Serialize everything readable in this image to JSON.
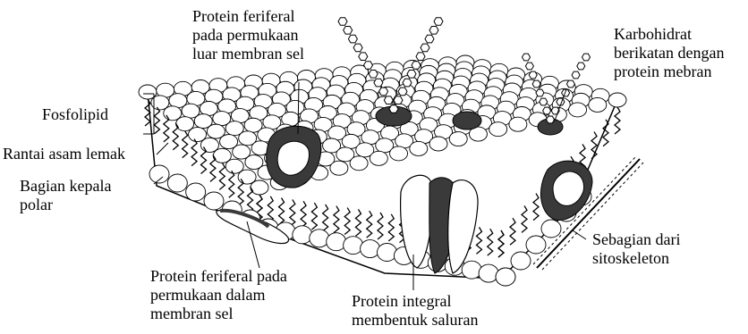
{
  "labels": {
    "peripheral_outer": [
      "Protein feriferal",
      "pada permukaan",
      "luar membran sel"
    ],
    "carbohydrate": [
      "Karbohidrat",
      "berikatan dengan",
      "protein  mebran"
    ],
    "phospholipid": "Fosfolipid",
    "fatty_acid_chain": "Rantai asam lemak",
    "polar_head": [
      "Bagian kepala",
      "polar"
    ],
    "cytoskeleton": [
      "Sebagian dari",
      "sitoskeleton"
    ],
    "peripheral_inner": [
      "Protein feriferal pada",
      "permukaan dalam",
      "membran sel"
    ],
    "integral_channel": [
      "Protein integral",
      "membentuk saluran"
    ]
  },
  "colors": {
    "line": "#000000",
    "head_fill": "#ffffff",
    "protein_dark": "#3a3a3a",
    "protein_light": "#ffffff"
  }
}
